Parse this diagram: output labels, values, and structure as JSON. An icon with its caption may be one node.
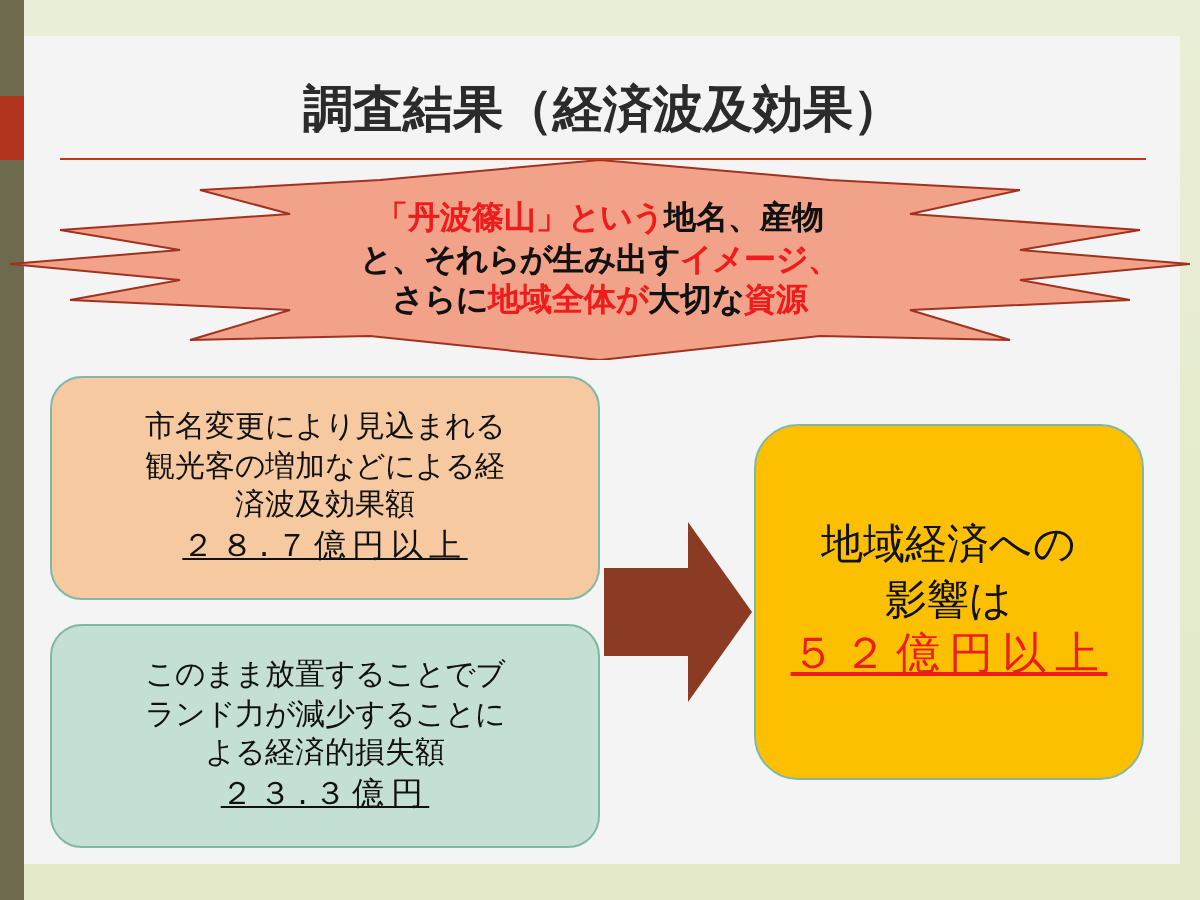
{
  "diagram": {
    "title": "調査結果（経済波及効果）",
    "nodes": [
      {
        "text": [
          "**「丹波篠山」という**地名、産物と、それらが生み出す**イメージ、**さらに**地域全体が**大切な**資源**"
        ]
      },
      {
        "text": [
          "市名変更により見込まれる観光客の増加などによる経済波及効果額",
          "２８.７億円以上"
        ]
      },
      {
        "text": [
          "このまま放置することでブランド力が減少することによる経済的損失額",
          "２３.３億円"
        ]
      },
      {
        "text": [
          "地域経済への影響は",
          "５２億円以上"
        ]
      }
    ],
    "edges": [
      {
        "from": 1,
        "to": 3,
        "arrow": "to"
      },
      {
        "from": 2,
        "to": 3,
        "arrow": "to"
      }
    ]
  }
}
